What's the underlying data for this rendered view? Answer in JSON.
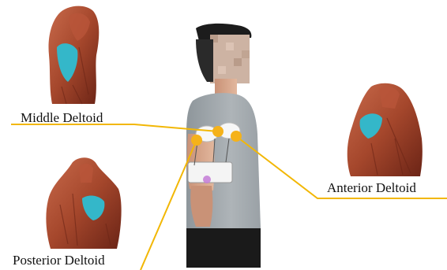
{
  "labels": {
    "middle": "Middle Deltoid",
    "anterior": "Anterior Deltoid",
    "posterior": "Posterior Deltoid"
  },
  "colors": {
    "leader_line": "#f2b705",
    "electrode_dot": "#f5b21a",
    "muscle_highlight": "#34b7c9",
    "muscle_base": "#a5472c",
    "muscle_shadow": "#6b2416",
    "skin": "#d7a98f",
    "shirt": "#9fa6ab",
    "hair": "#1c1c1c",
    "pants": "#1a1a1a",
    "label_text": "#111111"
  },
  "icons": [
    "middle-deltoid-anatomy-image",
    "anterior-deltoid-anatomy-image",
    "posterior-deltoid-anatomy-image",
    "subject-photo",
    "electrode-marker"
  ]
}
